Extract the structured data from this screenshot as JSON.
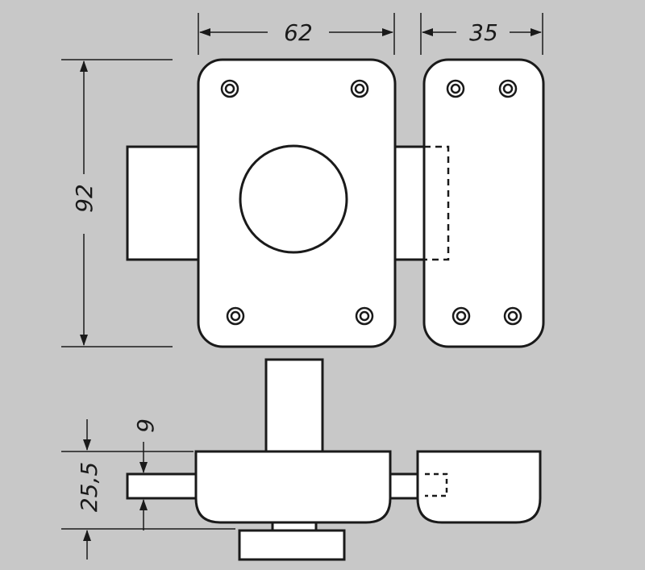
{
  "colors": {
    "background": "#c8c8c8",
    "part_fill": "#ffffff",
    "stroke": "#1a1a1a"
  },
  "dimensions": {
    "lock_width": "62",
    "keeper_width": "35",
    "height": "92",
    "bolt_thickness": "9",
    "body_depth": "25,5"
  }
}
